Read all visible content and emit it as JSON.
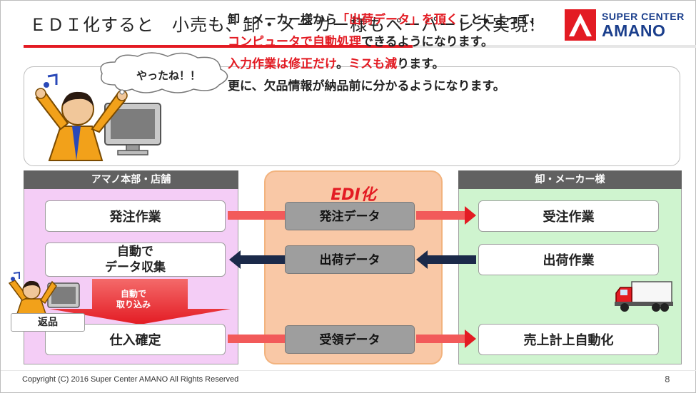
{
  "header": {
    "title": "ＥＤＩ化すると　小売も、卸・メーカー様もペーパーレス実現！",
    "logo_top": "SUPER CENTER",
    "logo_bottom": "AMANO"
  },
  "intro": {
    "bubble": "やったね！！",
    "line1_a": "卸・メーカー様から",
    "line1_hl": "「出荷データ」を頂く",
    "line1_b": "ことによって、",
    "line2_hl": "コンピュータで自動処理",
    "line2_b": "できるようになります。",
    "line3_hl1": "入力作業は修正だけ",
    "line3_a": "。",
    "line3_hl2": "ミスも減",
    "line3_b": "ります。",
    "line4": "更に、欠品情報が納品前に分かるようになります。"
  },
  "left_column": {
    "header": "アマノ本部・店舗",
    "task1": "発注作業",
    "task2_line1": "自動で",
    "task2_line2": "データ収集",
    "task3": "仕入確定",
    "auto_import_line1": "自動で",
    "auto_import_line2": "取り込み",
    "returns": "返品"
  },
  "center_column": {
    "label": "EDI化",
    "data1": "発注データ",
    "data2": "出荷データ",
    "data3": "受領データ"
  },
  "right_column": {
    "header": "卸・メーカー様",
    "task1": "受注作業",
    "task2": "出荷作業",
    "task3": "売上計上自動化"
  },
  "footer": {
    "copyright": "Copyright (C) 2016 Super Center AMANO All Rights Reserved",
    "page": "8"
  },
  "colors": {
    "accent_red": "#e31b23",
    "brand_blue": "#1a3e8c",
    "left_bg": "#f4cdf6",
    "right_bg": "#cff4cf",
    "center_bg": "#f9c8a6",
    "arrow_navy": "#1b2a4a"
  }
}
